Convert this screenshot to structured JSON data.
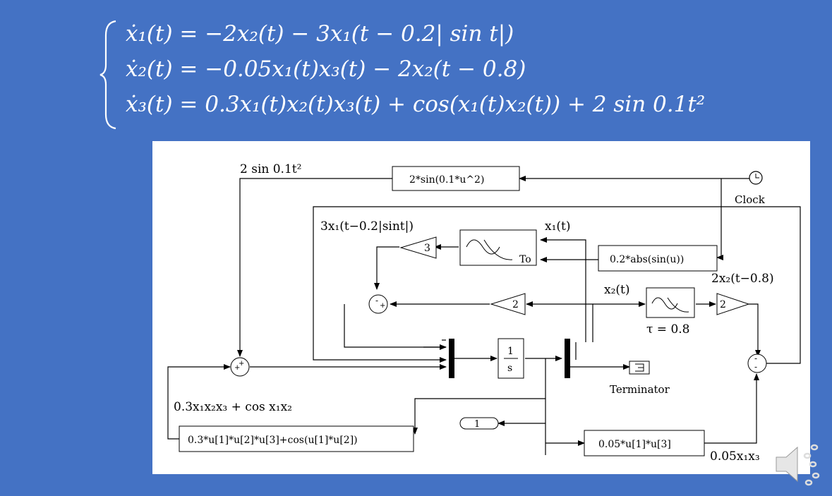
{
  "equations": [
    "ẋ₁(t) = −2x₂(t) − 3x₁(t − 0.2| sin t|)",
    "ẋ₂(t) = −0.05x₁(t)x₃(t) − 2x₂(t − 0.8)",
    "ẋ₃(t) = 0.3x₁(t)x₂(t)x₃(t) + cos(x₁(t)x₂(t)) + 2 sin 0.1t²"
  ],
  "diagram": {
    "blocks": {
      "fcn_sin": "2*sin(0.1*u^2)",
      "fcn_abs": "0.2*abs(sin(u))",
      "fcn_main": "0.3*u[1]*u[2]*u[3]+cos(u[1]*u[2])",
      "fcn_prod": "0.05*u[1]*u[3]",
      "gain3": "3",
      "gain2_left": "2",
      "gain2_right": "2",
      "integrator_num": "1",
      "integrator_den": "s",
      "outport": "1",
      "vdelay_to": "To"
    },
    "labels": {
      "clock": "Clock",
      "terminator": "Terminator",
      "sin_term": "2 sin 0.1t²",
      "delayed_x1": "3x₁(t−0.2|sint|)",
      "x1": "x₁(t)",
      "x2": "x₂(t)",
      "delayed_x2": "2x₂(t−0.8)",
      "tau": "τ = 0.8",
      "main_term": "0.3x₁x₂x₃ + cos x₁x₂",
      "prod_term": "0.05x₁x₃"
    },
    "signs": {
      "sum_top_minus": "-",
      "sum_top_plus": "+",
      "sum_left_plus1": "+",
      "sum_left_plus2": "+",
      "sum_right_minus1": "-",
      "sum_right_minus2": "-"
    }
  },
  "colors": {
    "background": "#4472c4",
    "panel": "#ffffff",
    "ink": "#000000"
  }
}
